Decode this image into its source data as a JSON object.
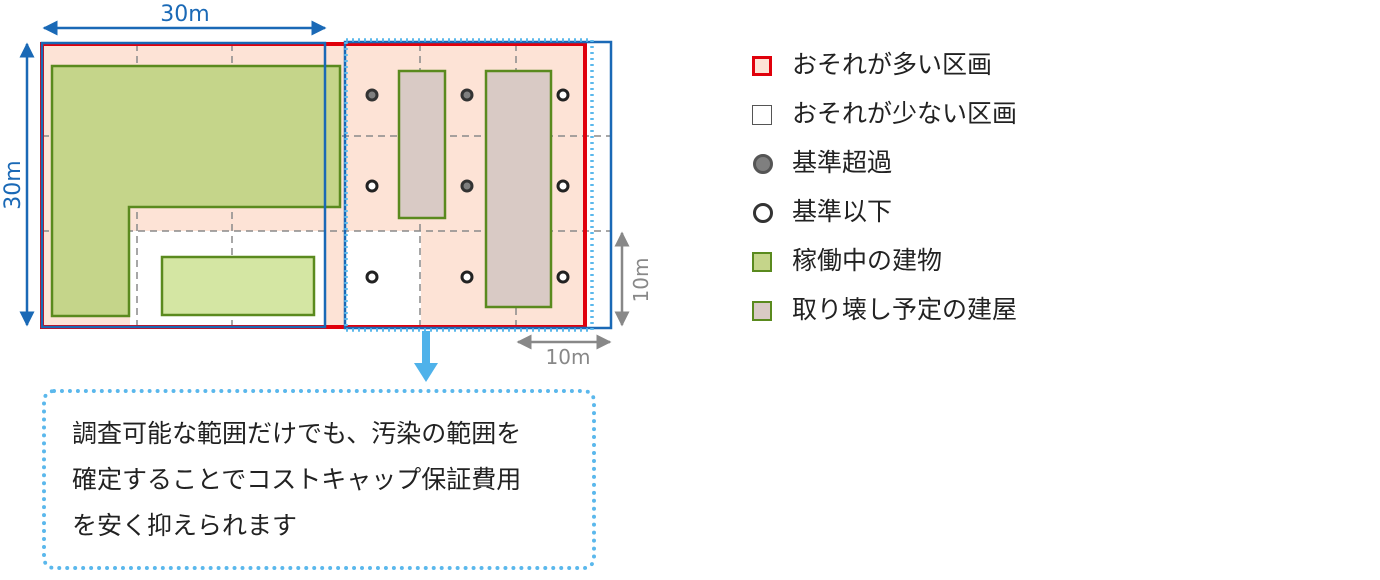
{
  "dimensions": {
    "top_width": "30m",
    "left_height": "30m",
    "cell_height": "10m",
    "cell_width": "10m"
  },
  "legend": [
    {
      "key": "high_risk",
      "label": "おそれが多い区画",
      "fill": "#fde3d6",
      "border": "#e0000b"
    },
    {
      "key": "low_risk",
      "label": "おそれが少ない区画",
      "fill": "#ffffff",
      "border": "#555555"
    },
    {
      "key": "exceeds",
      "label": "基準超過",
      "fill": "#7f7f7f",
      "border": "#555555"
    },
    {
      "key": "below",
      "label": "基準以下",
      "fill": "#ffffff",
      "border": "#333333"
    },
    {
      "key": "active_building",
      "label": "稼働中の建物",
      "fill": "#c5d58a",
      "border": "#5a8a1e"
    },
    {
      "key": "demolition_building",
      "label": "取り壊し予定の建屋",
      "fill": "#d9cac5",
      "border": "#5a8a1e"
    }
  ],
  "callout": {
    "lines": [
      "調査可能な範囲だけでも、汚染の範囲を",
      "確定することでコストキャップ保証費用",
      "を安く抑えられます"
    ]
  },
  "colors": {
    "blue_dimension": "#1a69b6",
    "gray_dimension": "#888888",
    "callout_border": "#5bb8ec",
    "arrow": "#4fb2ea"
  }
}
